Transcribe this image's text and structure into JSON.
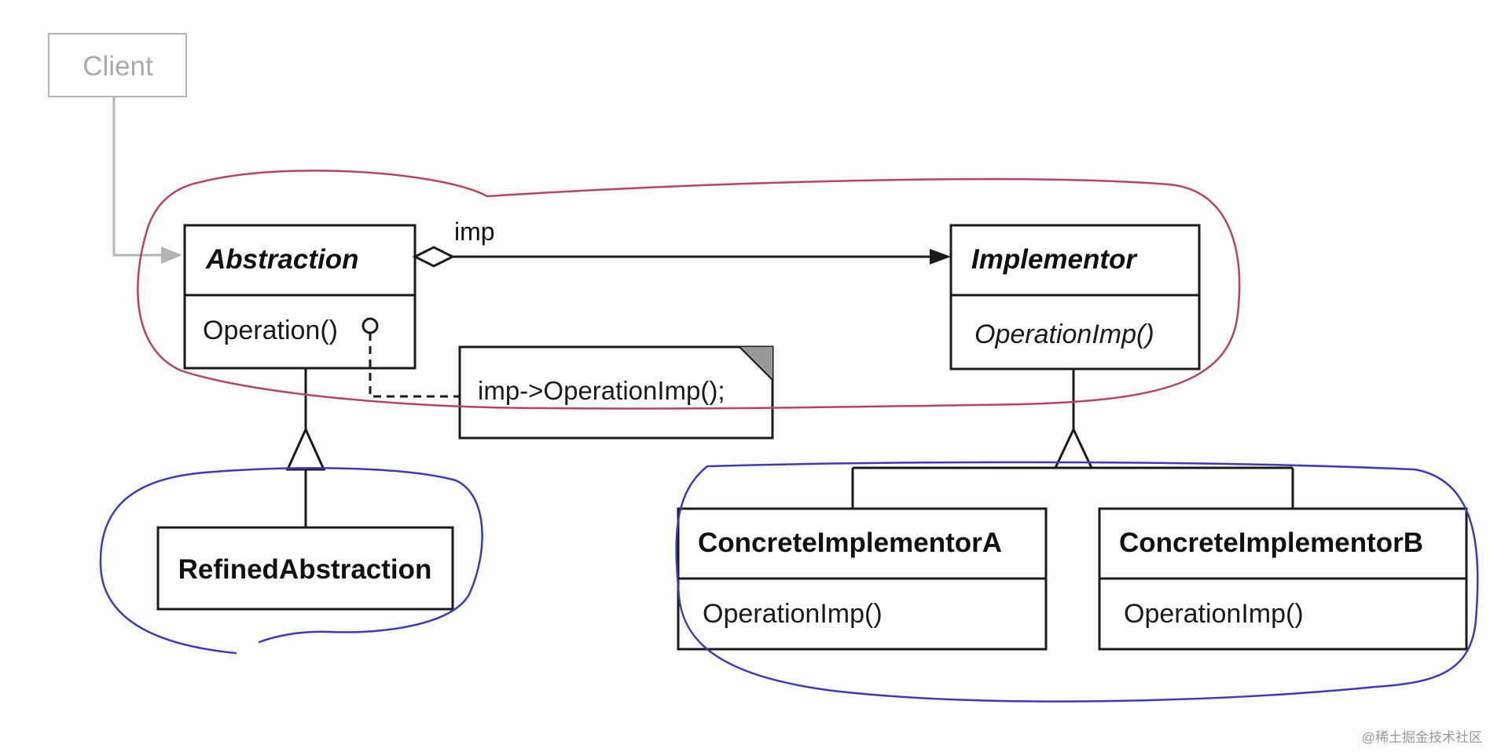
{
  "client": {
    "label": "Client"
  },
  "abstraction": {
    "name": "Abstraction",
    "operation": "Operation()"
  },
  "implementor": {
    "name": "Implementor",
    "operation": "OperationImp()"
  },
  "association": {
    "label": "imp"
  },
  "note": {
    "text": "imp->OperationImp();"
  },
  "refined_abstraction": {
    "name": "RefinedAbstraction"
  },
  "concrete_a": {
    "name": "ConcreteImplementorA",
    "operation": "OperationImp()"
  },
  "concrete_b": {
    "name": "ConcreteImplementorB",
    "operation": "OperationImp()"
  },
  "watermark": {
    "text": "@稀土掘金技术社区"
  },
  "colors": {
    "line": "#1a1a1a",
    "client_gray": "#b5b5b5",
    "highlight_red": "#b0485e",
    "highlight_blue": "#3c3caf",
    "note_corner": "#999999"
  }
}
